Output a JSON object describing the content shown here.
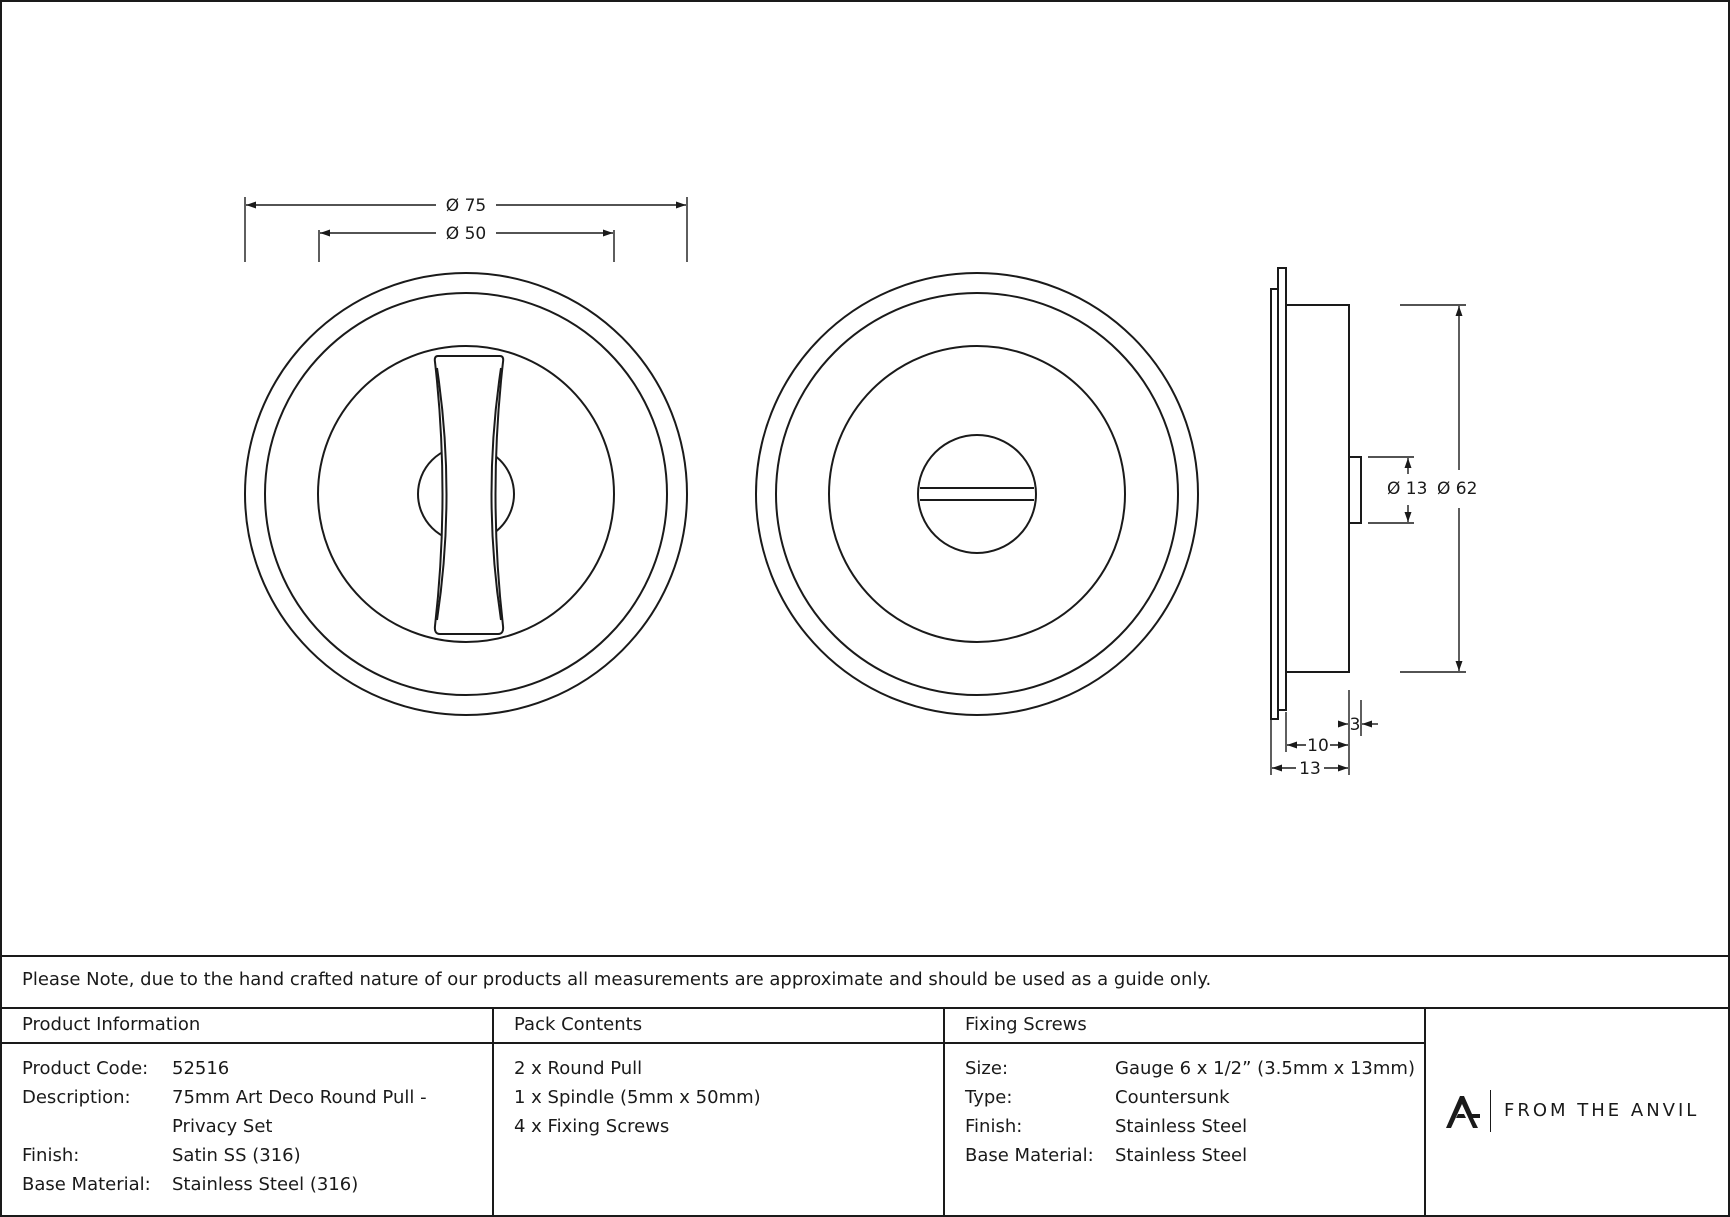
{
  "drawing": {
    "front_view": {
      "dim_outer": "Ø 75",
      "dim_inner": "Ø 50"
    },
    "side_view": {
      "dim_spindle": "Ø 13",
      "dim_body": "Ø 62",
      "dim_protrusion": "3",
      "dim_depth": "10",
      "dim_total": "13"
    }
  },
  "note": "Please Note, due to the hand crafted nature of our products all measurements are approximate and should be used as a guide only.",
  "product_information": {
    "header": "Product Information",
    "rows": [
      {
        "label": "Product Code:",
        "value": "52516"
      },
      {
        "label": "Description:",
        "value": "75mm Art Deco Round Pull - Privacy Set"
      },
      {
        "label": "Finish:",
        "value": "Satin SS (316)"
      },
      {
        "label": "Base Material:",
        "value": "Stainless Steel (316)"
      }
    ]
  },
  "pack_contents": {
    "header": "Pack Contents",
    "items": [
      "2 x Round Pull",
      "1 x Spindle (5mm x 50mm)",
      "4 x Fixing Screws"
    ]
  },
  "fixing_screws": {
    "header": "Fixing Screws",
    "rows": [
      {
        "label": "Size:",
        "value": "Gauge 6 x 1/2” (3.5mm x 13mm)"
      },
      {
        "label": "Type:",
        "value": "Countersunk"
      },
      {
        "label": "Finish:",
        "value": "Stainless Steel"
      },
      {
        "label": "Base Material:",
        "value": "Stainless Steel"
      }
    ]
  },
  "brand": {
    "logo_icon": "anvil-logo-icon",
    "name": "FROM THE ANVIL"
  },
  "colors": {
    "line": "#1a1a1a",
    "background": "#ffffff"
  }
}
